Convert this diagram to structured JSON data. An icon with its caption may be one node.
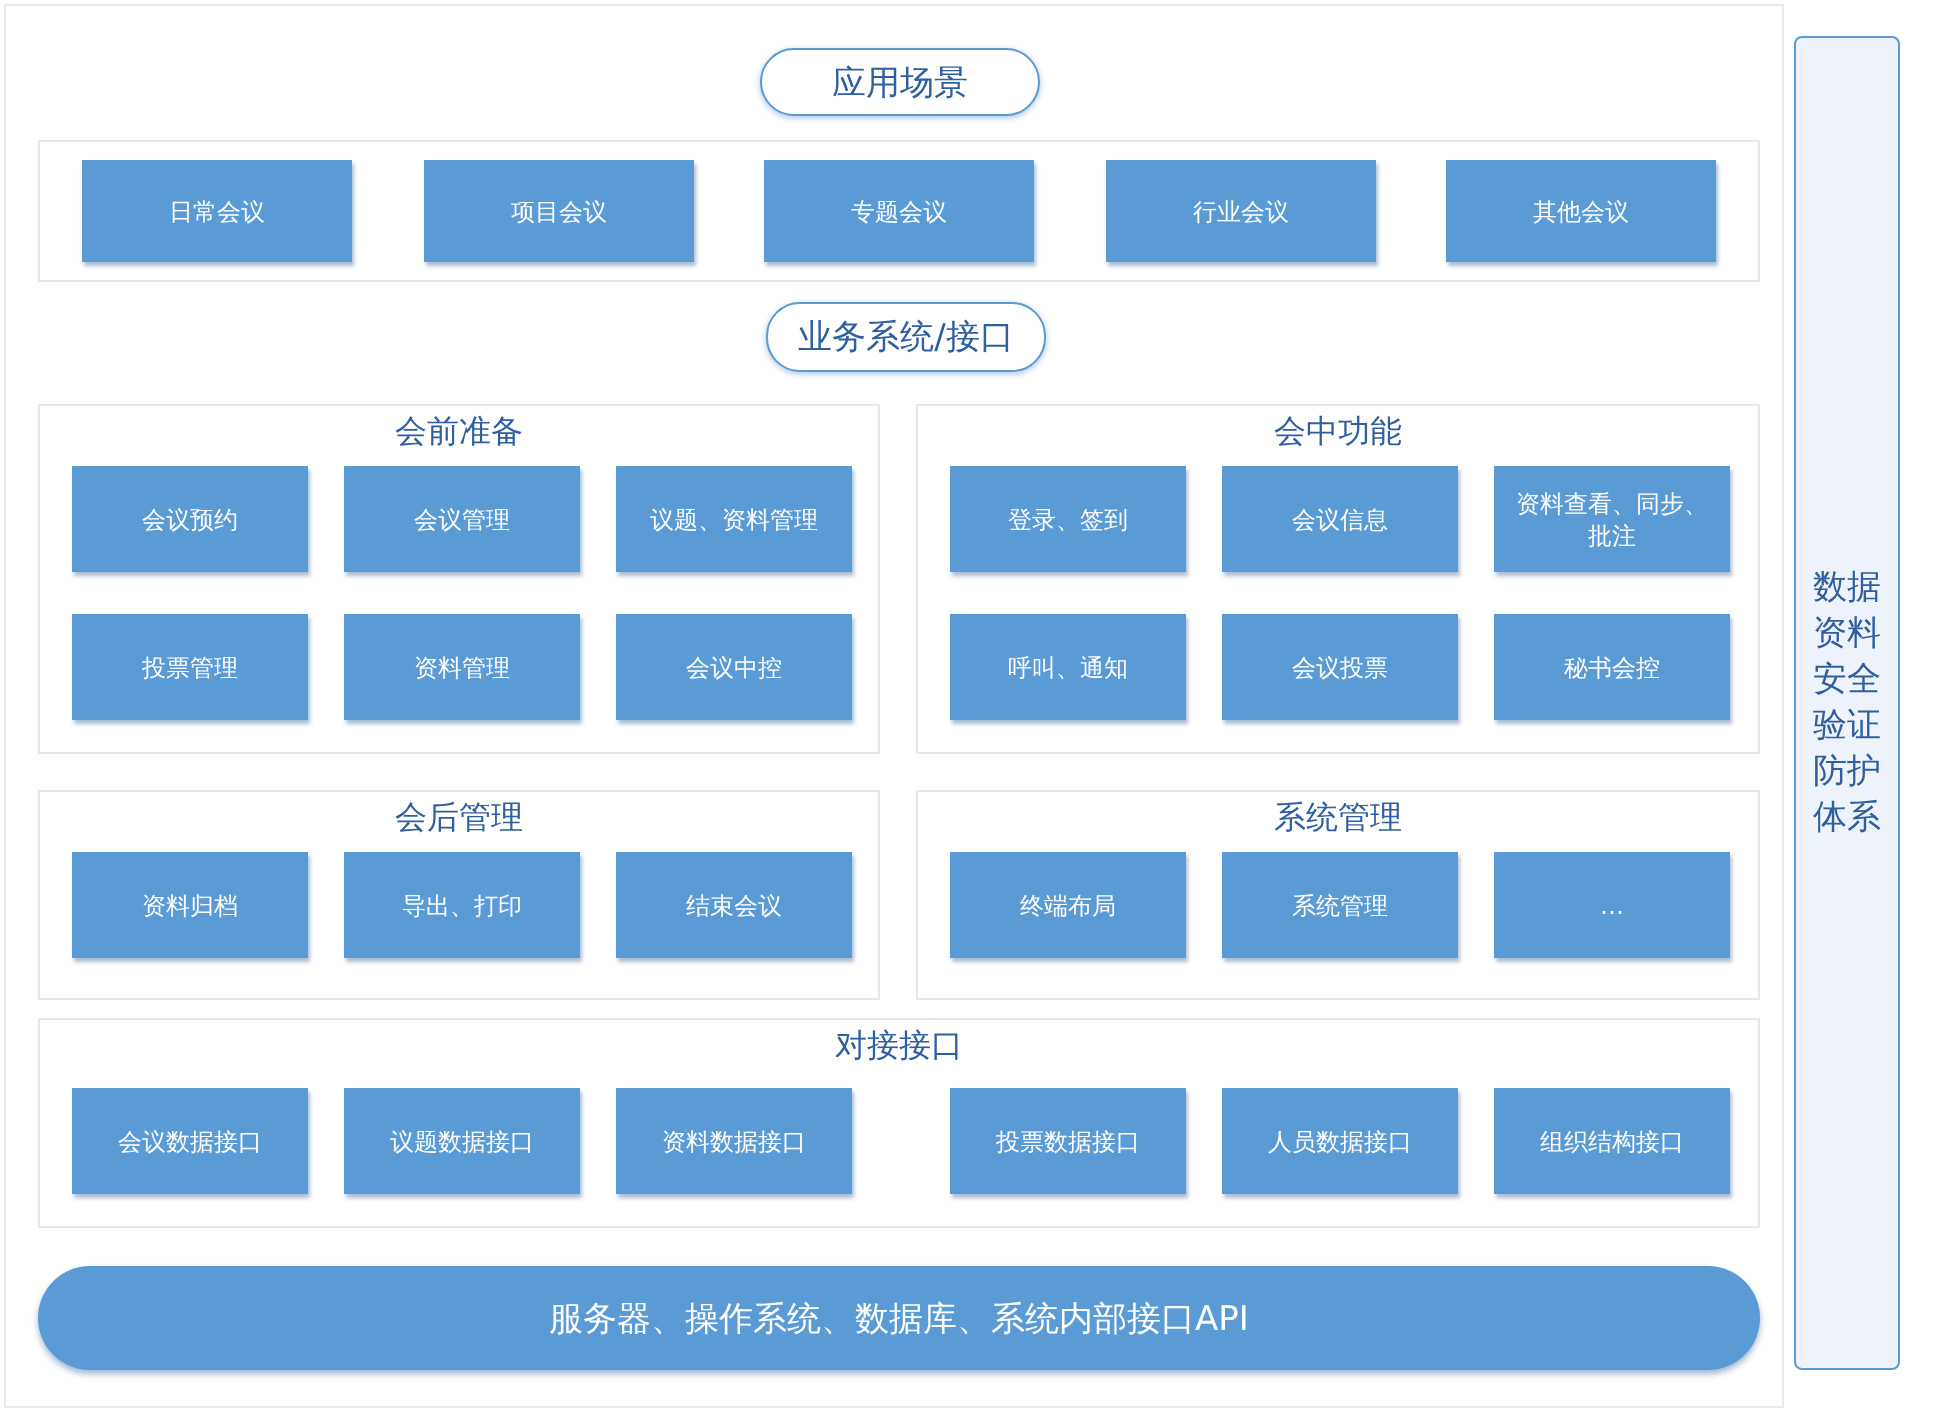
{
  "diagram": {
    "nodes": [
      {
        "text": [
          "应用场景"
        ]
      },
      {
        "text": [],
        "shape": "box"
      },
      {
        "text": [
          "日常会议"
        ],
        "in": 1
      },
      {
        "text": [
          "项目会议"
        ],
        "in": 1
      },
      {
        "text": [
          "专题会议"
        ],
        "in": 1
      },
      {
        "text": [
          "行业会议"
        ],
        "in": 1
      },
      {
        "text": [
          "其他会议"
        ],
        "in": 1
      },
      {
        "text": [
          "业务系统/接口"
        ]
      },
      {
        "text": [
          "会前准备"
        ]
      },
      {
        "text": [
          "会议预约"
        ],
        "in": 8
      },
      {
        "text": [
          "会议管理"
        ],
        "in": 8
      },
      {
        "text": [
          "议题、资料管理"
        ],
        "in": 8
      },
      {
        "text": [
          "投票管理"
        ],
        "in": 8
      },
      {
        "text": [
          "资料管理"
        ],
        "in": 8
      },
      {
        "text": [
          "会议中控"
        ],
        "in": 8
      },
      {
        "text": [
          "会中功能"
        ]
      },
      {
        "text": [
          "登录、签到"
        ],
        "in": 15
      },
      {
        "text": [
          "会议信息"
        ],
        "in": 15
      },
      {
        "text": [
          "资料查看、同步、批注"
        ],
        "in": 15
      },
      {
        "text": [
          "呼叫、通知"
        ],
        "in": 15
      },
      {
        "text": [
          "会议投票"
        ],
        "in": 15
      },
      {
        "text": [
          "秘书会控"
        ],
        "in": 15
      },
      {
        "text": [
          "会后管理"
        ]
      },
      {
        "text": [
          "资料归档"
        ],
        "in": 22
      },
      {
        "text": [
          "导出、打印"
        ],
        "in": 22
      },
      {
        "text": [
          "结束会议"
        ],
        "in": 22
      },
      {
        "text": [
          "系统管理"
        ]
      },
      {
        "text": [
          "终端布局"
        ],
        "in": 26
      },
      {
        "text": [
          "系统管理"
        ],
        "in": 26
      },
      {
        "text": [
          "…"
        ],
        "in": 26
      },
      {
        "text": [
          "对接接口"
        ]
      },
      {
        "text": [
          "会议数据接口"
        ],
        "in": 30
      },
      {
        "text": [
          "议题数据接口"
        ],
        "in": 30
      },
      {
        "text": [
          "资料数据接口"
        ],
        "in": 30
      },
      {
        "text": [
          "投票数据接口"
        ],
        "in": 30
      },
      {
        "text": [
          "人员数据接口"
        ],
        "in": 30
      },
      {
        "text": [
          "组织结构接口"
        ],
        "in": 30
      },
      {
        "text": [
          "服务器、操作系统、数据库、系统内部接口API"
        ]
      },
      {
        "text": [
          "数据资料安全验证防护体系"
        ]
      }
    ],
    "edges": []
  }
}
